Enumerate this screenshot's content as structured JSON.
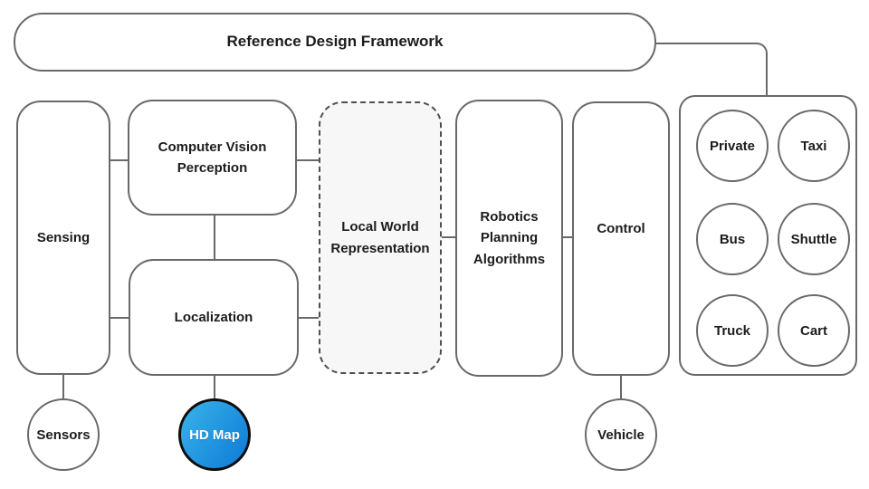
{
  "title": "Reference Design Framework",
  "nodes": {
    "sensing": "Sensing",
    "computer_vision": "Computer Vision\nPerception",
    "localization": "Localization",
    "local_world": "Local World\nRepresentation",
    "robotics": "Robotics\nPlanning\nAlgorithms",
    "control": "Control"
  },
  "vehicle_types": [
    "Private",
    "Taxi",
    "Bus",
    "Shuttle",
    "Truck",
    "Cart"
  ],
  "io": {
    "sensors": "Sensors",
    "hd_map": "HD Map",
    "vehicle": "Vehicle"
  },
  "colors": {
    "stroke": "#696969",
    "dashed_stroke": "#4f4f4f",
    "dashed_fill": "#f7f7f7",
    "hd_map_gradient_start": "#3ab4e9",
    "hd_map_gradient_end": "#0c79d6",
    "hd_map_border": "#0d0d0d"
  }
}
